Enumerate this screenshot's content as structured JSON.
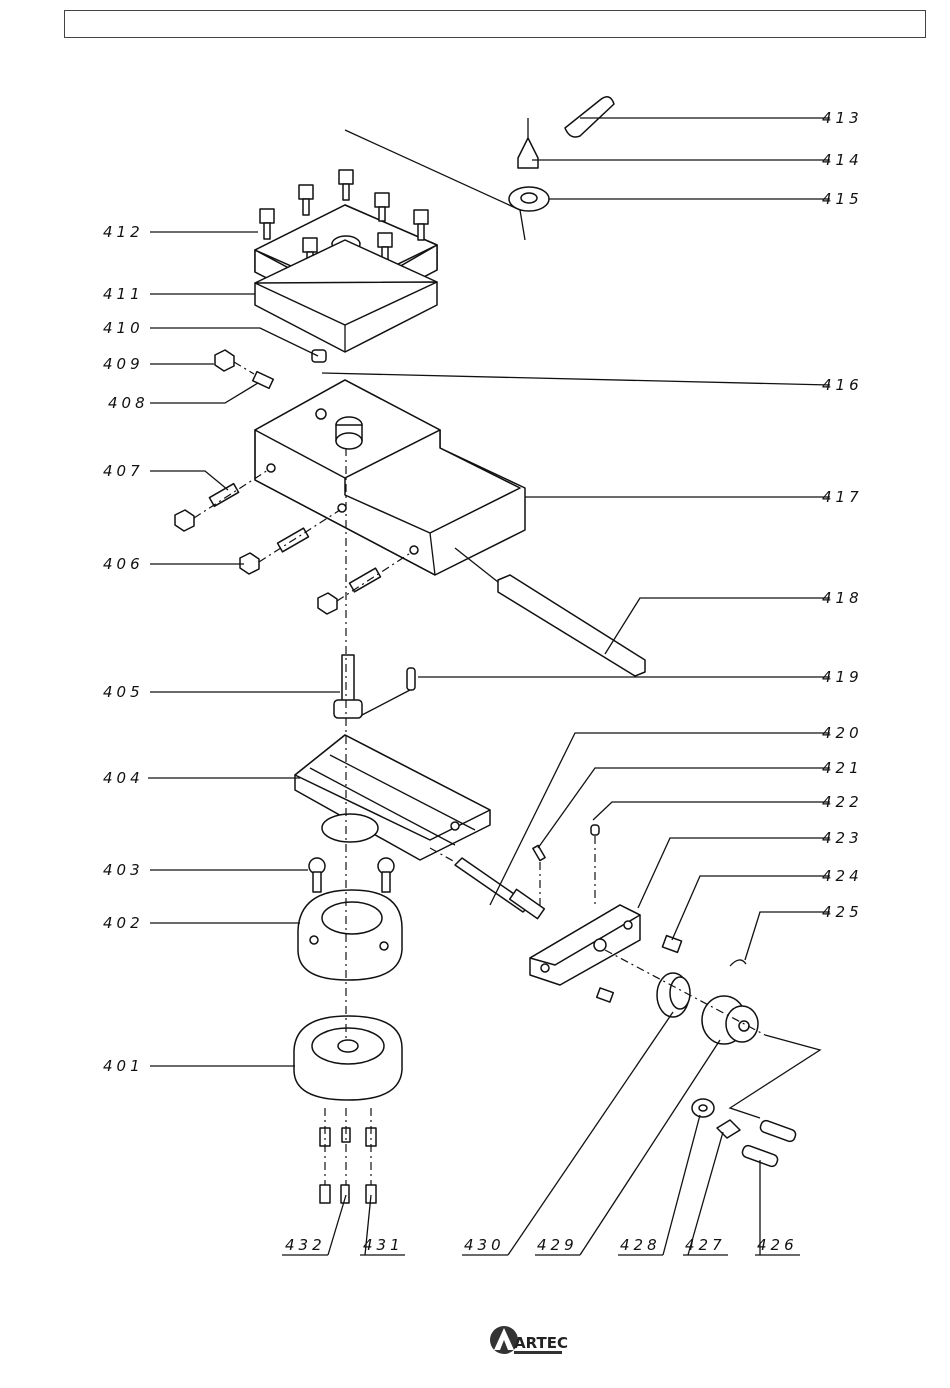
{
  "labels": {
    "p401": "401",
    "p402": "402",
    "p403": "403",
    "p404": "404",
    "p405": "405",
    "p406": "406",
    "p407": "407",
    "p408": "408",
    "p409": "409",
    "p410": "410",
    "p411": "411",
    "p412": "412",
    "p413": "413",
    "p414": "414",
    "p415": "415",
    "p416": "416",
    "p417": "417",
    "p418": "418",
    "p419": "419",
    "p420": "420",
    "p421": "421",
    "p422": "422",
    "p423": "423",
    "p424": "424",
    "p425": "425",
    "p426": "426",
    "p427": "427",
    "p428": "428",
    "p429": "429",
    "p430": "430",
    "p431": "431",
    "p432": "432"
  },
  "logo": {
    "text": "ARTEC",
    "icon": "artec-logo-icon"
  }
}
